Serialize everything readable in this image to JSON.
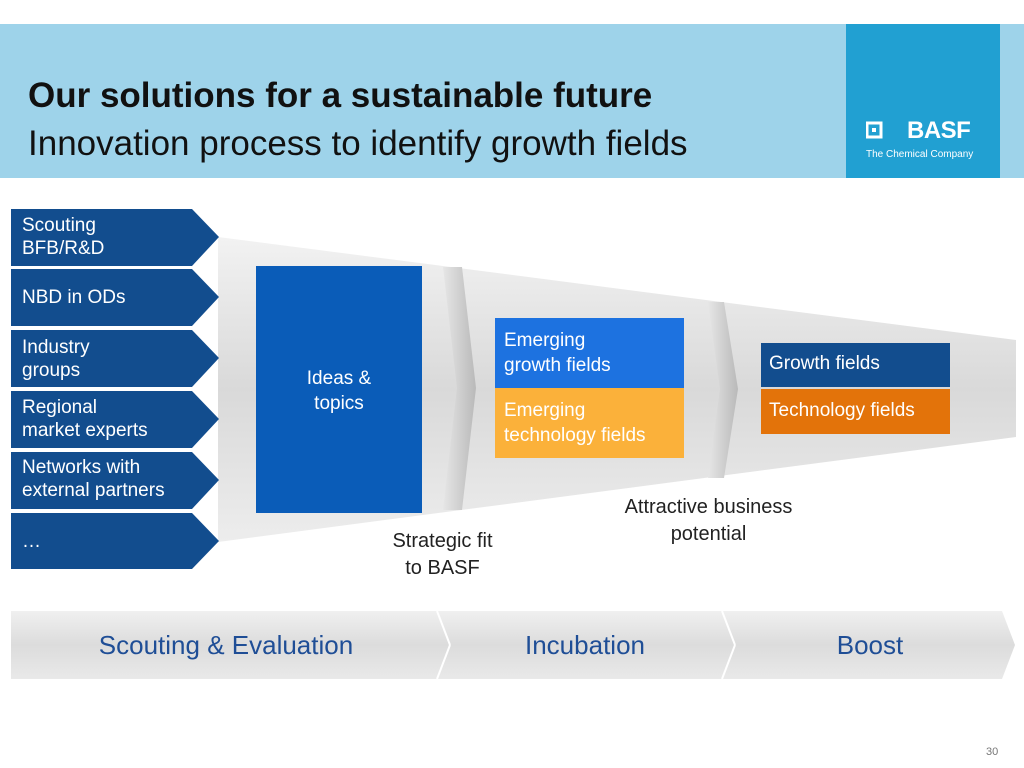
{
  "header": {
    "title": "Our solutions for a sustainable future",
    "subtitle": "Innovation process to identify growth fields"
  },
  "logo": {
    "name": "BASF",
    "tagline": "The Chemical Company",
    "icon": "basf-square-mark-icon"
  },
  "sources": [
    {
      "label": "Scouting\nBFB/R&D"
    },
    {
      "label": "NBD in ODs"
    },
    {
      "label": "Industry\ngroups"
    },
    {
      "label": "Regional\nmarket experts"
    },
    {
      "label": "Networks with\nexternal partners"
    },
    {
      "label": "…"
    }
  ],
  "funnel": {
    "ideas_label": "Ideas &\ntopics",
    "emerging_growth_label": "Emerging\ngrowth fields",
    "emerging_tech_label": "Emerging\ntechnology fields",
    "growth_fields_label": "Growth fields",
    "technology_fields_label": "Technology fields",
    "gate1_label": "Strategic fit\nto BASF",
    "gate2_label": "Attractive business\npotential"
  },
  "stages": [
    {
      "label": "Scouting & Evaluation"
    },
    {
      "label": "Incubation"
    },
    {
      "label": "Boost"
    }
  ],
  "page_number": "30",
  "colors": {
    "header_bg": "#9ed3ea",
    "logo_bg": "#21a0d2",
    "source_blue": "#124d8e",
    "ideas_blue": "#0a5cb8",
    "growth_blue": "#1d72e0",
    "tech_orange_light": "#fbb13a",
    "growth_fields_blue": "#124d8e",
    "tech_fields_orange": "#e3730a",
    "stage_text": "#1f4e96"
  }
}
